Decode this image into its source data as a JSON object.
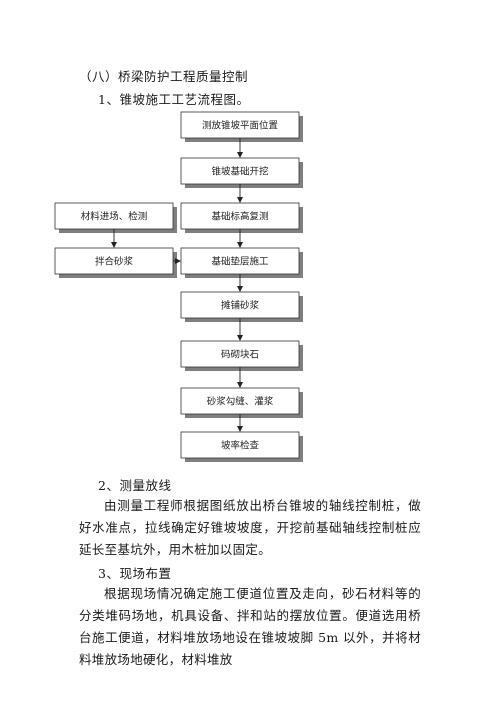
{
  "document": {
    "section_title": "（八）桥梁防护工程质量控制",
    "sub1_title": "1、锥坡施工工艺流程图。",
    "flowchart": {
      "main_steps": [
        "测放锥坡平面位置",
        "锥坡基础开挖",
        "基础标高复测",
        "基础垫层施工",
        "摊铺砂浆",
        "码砌块石",
        "砂浆勾缝、灌浆",
        "坡率检查"
      ],
      "side_steps": [
        "材料进场、检测",
        "拌合砂浆"
      ]
    },
    "sub2_title": "2、测量放线",
    "sub2_text": "由测量工程师根据图纸放出桥台锥坡的轴线控制桩，做好水准点，拉线确定好锥坡坡度，开挖前基础轴线控制桩应延长至基坑外，用木桩加以固定。",
    "sub3_title": "3、现场布置",
    "sub3_text": "根据现场情况确定施工便道位置及走向，砂石材料等的分类堆码场地，机具设备、拌和站的摆放位置。便道选用桥台施工便道，材料堆放场地设在锥坡坡脚 5m 以外，并将材料堆放场地硬化，材料堆放"
  }
}
